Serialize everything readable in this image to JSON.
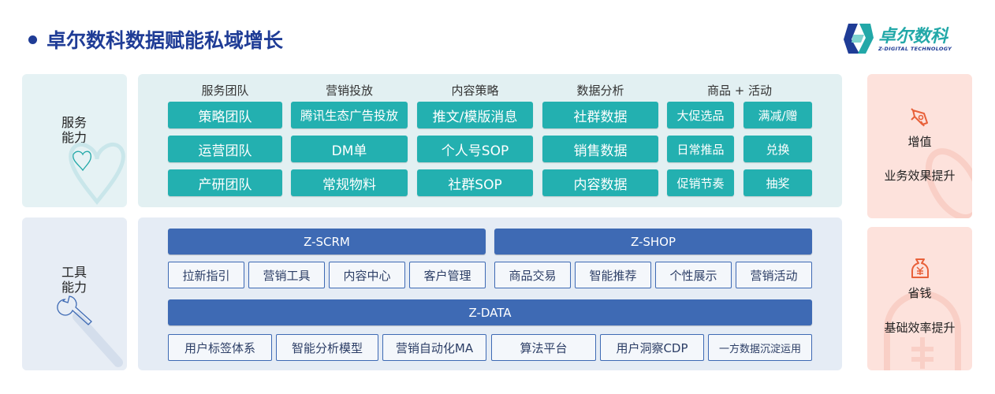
{
  "title": "卓尔数科数据赋能私域增长",
  "logo": {
    "name": "卓尔数科",
    "sub": "Z-DIGITAL TECHNOLOGY"
  },
  "service": {
    "label_line1": "服务",
    "label_line2": "能力",
    "columns": [
      {
        "header": "服务团队",
        "items": [
          "策略团队",
          "运营团队",
          "产研团队"
        ]
      },
      {
        "header": "营销投放",
        "items": [
          "腾讯生态广告投放",
          "DM单",
          "常规物料"
        ]
      },
      {
        "header": "内容策略",
        "items": [
          "推文/模版消息",
          "个人号SOP",
          "社群SOP"
        ]
      },
      {
        "header": "数据分析",
        "items": [
          "社群数据",
          "销售数据",
          "内容数据"
        ]
      },
      {
        "header": "商品 + 活动",
        "items_a": [
          "大促选品",
          "日常推品",
          "促销节奏"
        ],
        "items_b": [
          "满减/赠",
          "兑换",
          "抽奖"
        ]
      }
    ]
  },
  "tools": {
    "label_line1": "工具",
    "label_line2": "能力",
    "scrm": {
      "name": "Z-SCRM",
      "items": [
        "拉新指引",
        "营销工具",
        "内容中心",
        "客户管理"
      ]
    },
    "shop": {
      "name": "Z-SHOP",
      "items": [
        "商品交易",
        "智能推荐",
        "个性展示",
        "营销活动"
      ]
    },
    "data": {
      "name": "Z-DATA",
      "items": [
        "用户标签体系",
        "智能分析模型",
        "营销自动化MA",
        "算法平台",
        "用户洞察CDP",
        "一方数据沉淀运用"
      ]
    }
  },
  "right": [
    {
      "title": "增值",
      "desc": "业务效果提升",
      "icon": "rocket-icon"
    },
    {
      "title": "省钱",
      "desc": "基础效率提升",
      "icon": "money-bag-icon"
    }
  ],
  "colors": {
    "teal": "#23b0b0",
    "blue": "#3e6ab4",
    "orange": "#e8613a",
    "title": "#1f3c96"
  }
}
